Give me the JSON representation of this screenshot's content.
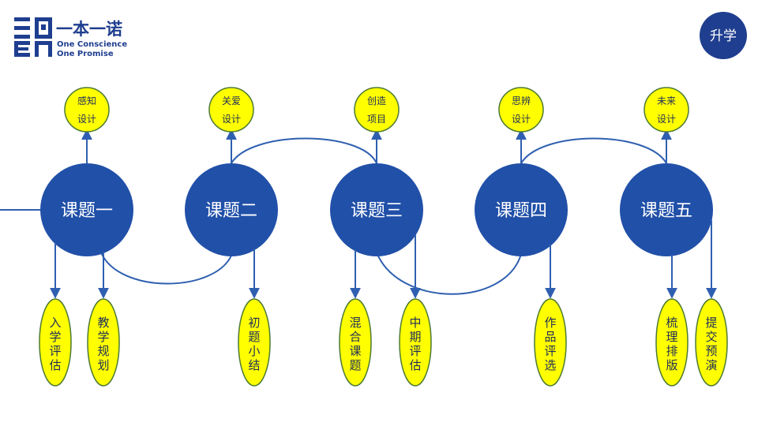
{
  "logo": {
    "name": "一本一诺",
    "line1": "One Conscience",
    "line2": "One Promise"
  },
  "badge": {
    "label": "升学"
  },
  "colors": {
    "brand": "#1f3e8f",
    "topic": "#2150a8",
    "connector": "#2f5fb0",
    "bubble_fill": "#ffff00",
    "bubble_stroke": "#4d7a32"
  },
  "topics": [
    {
      "label": "课题一",
      "top": [
        "感知",
        "设计"
      ],
      "bottom": [
        [
          "入",
          "学",
          "评",
          "估"
        ],
        [
          "教",
          "学",
          "规",
          "划"
        ]
      ]
    },
    {
      "label": "课题二",
      "top": [
        "关爱",
        "设计"
      ],
      "bottom": [
        [
          "初",
          "题",
          "小",
          "结"
        ]
      ]
    },
    {
      "label": "课题三",
      "top": [
        "创造",
        "项目"
      ],
      "bottom": [
        [
          "混",
          "合",
          "课",
          "题"
        ],
        [
          "中",
          "期",
          "评",
          "估"
        ]
      ]
    },
    {
      "label": "课题四",
      "top": [
        "思辨",
        "设计"
      ],
      "bottom": [
        [
          "作",
          "品",
          "评",
          "选"
        ]
      ]
    },
    {
      "label": "课题五",
      "top": [
        "未来",
        "设计"
      ],
      "bottom": [
        [
          "梳",
          "理",
          "排",
          "版"
        ],
        [
          "提",
          "交",
          "预",
          "演"
        ]
      ]
    }
  ]
}
